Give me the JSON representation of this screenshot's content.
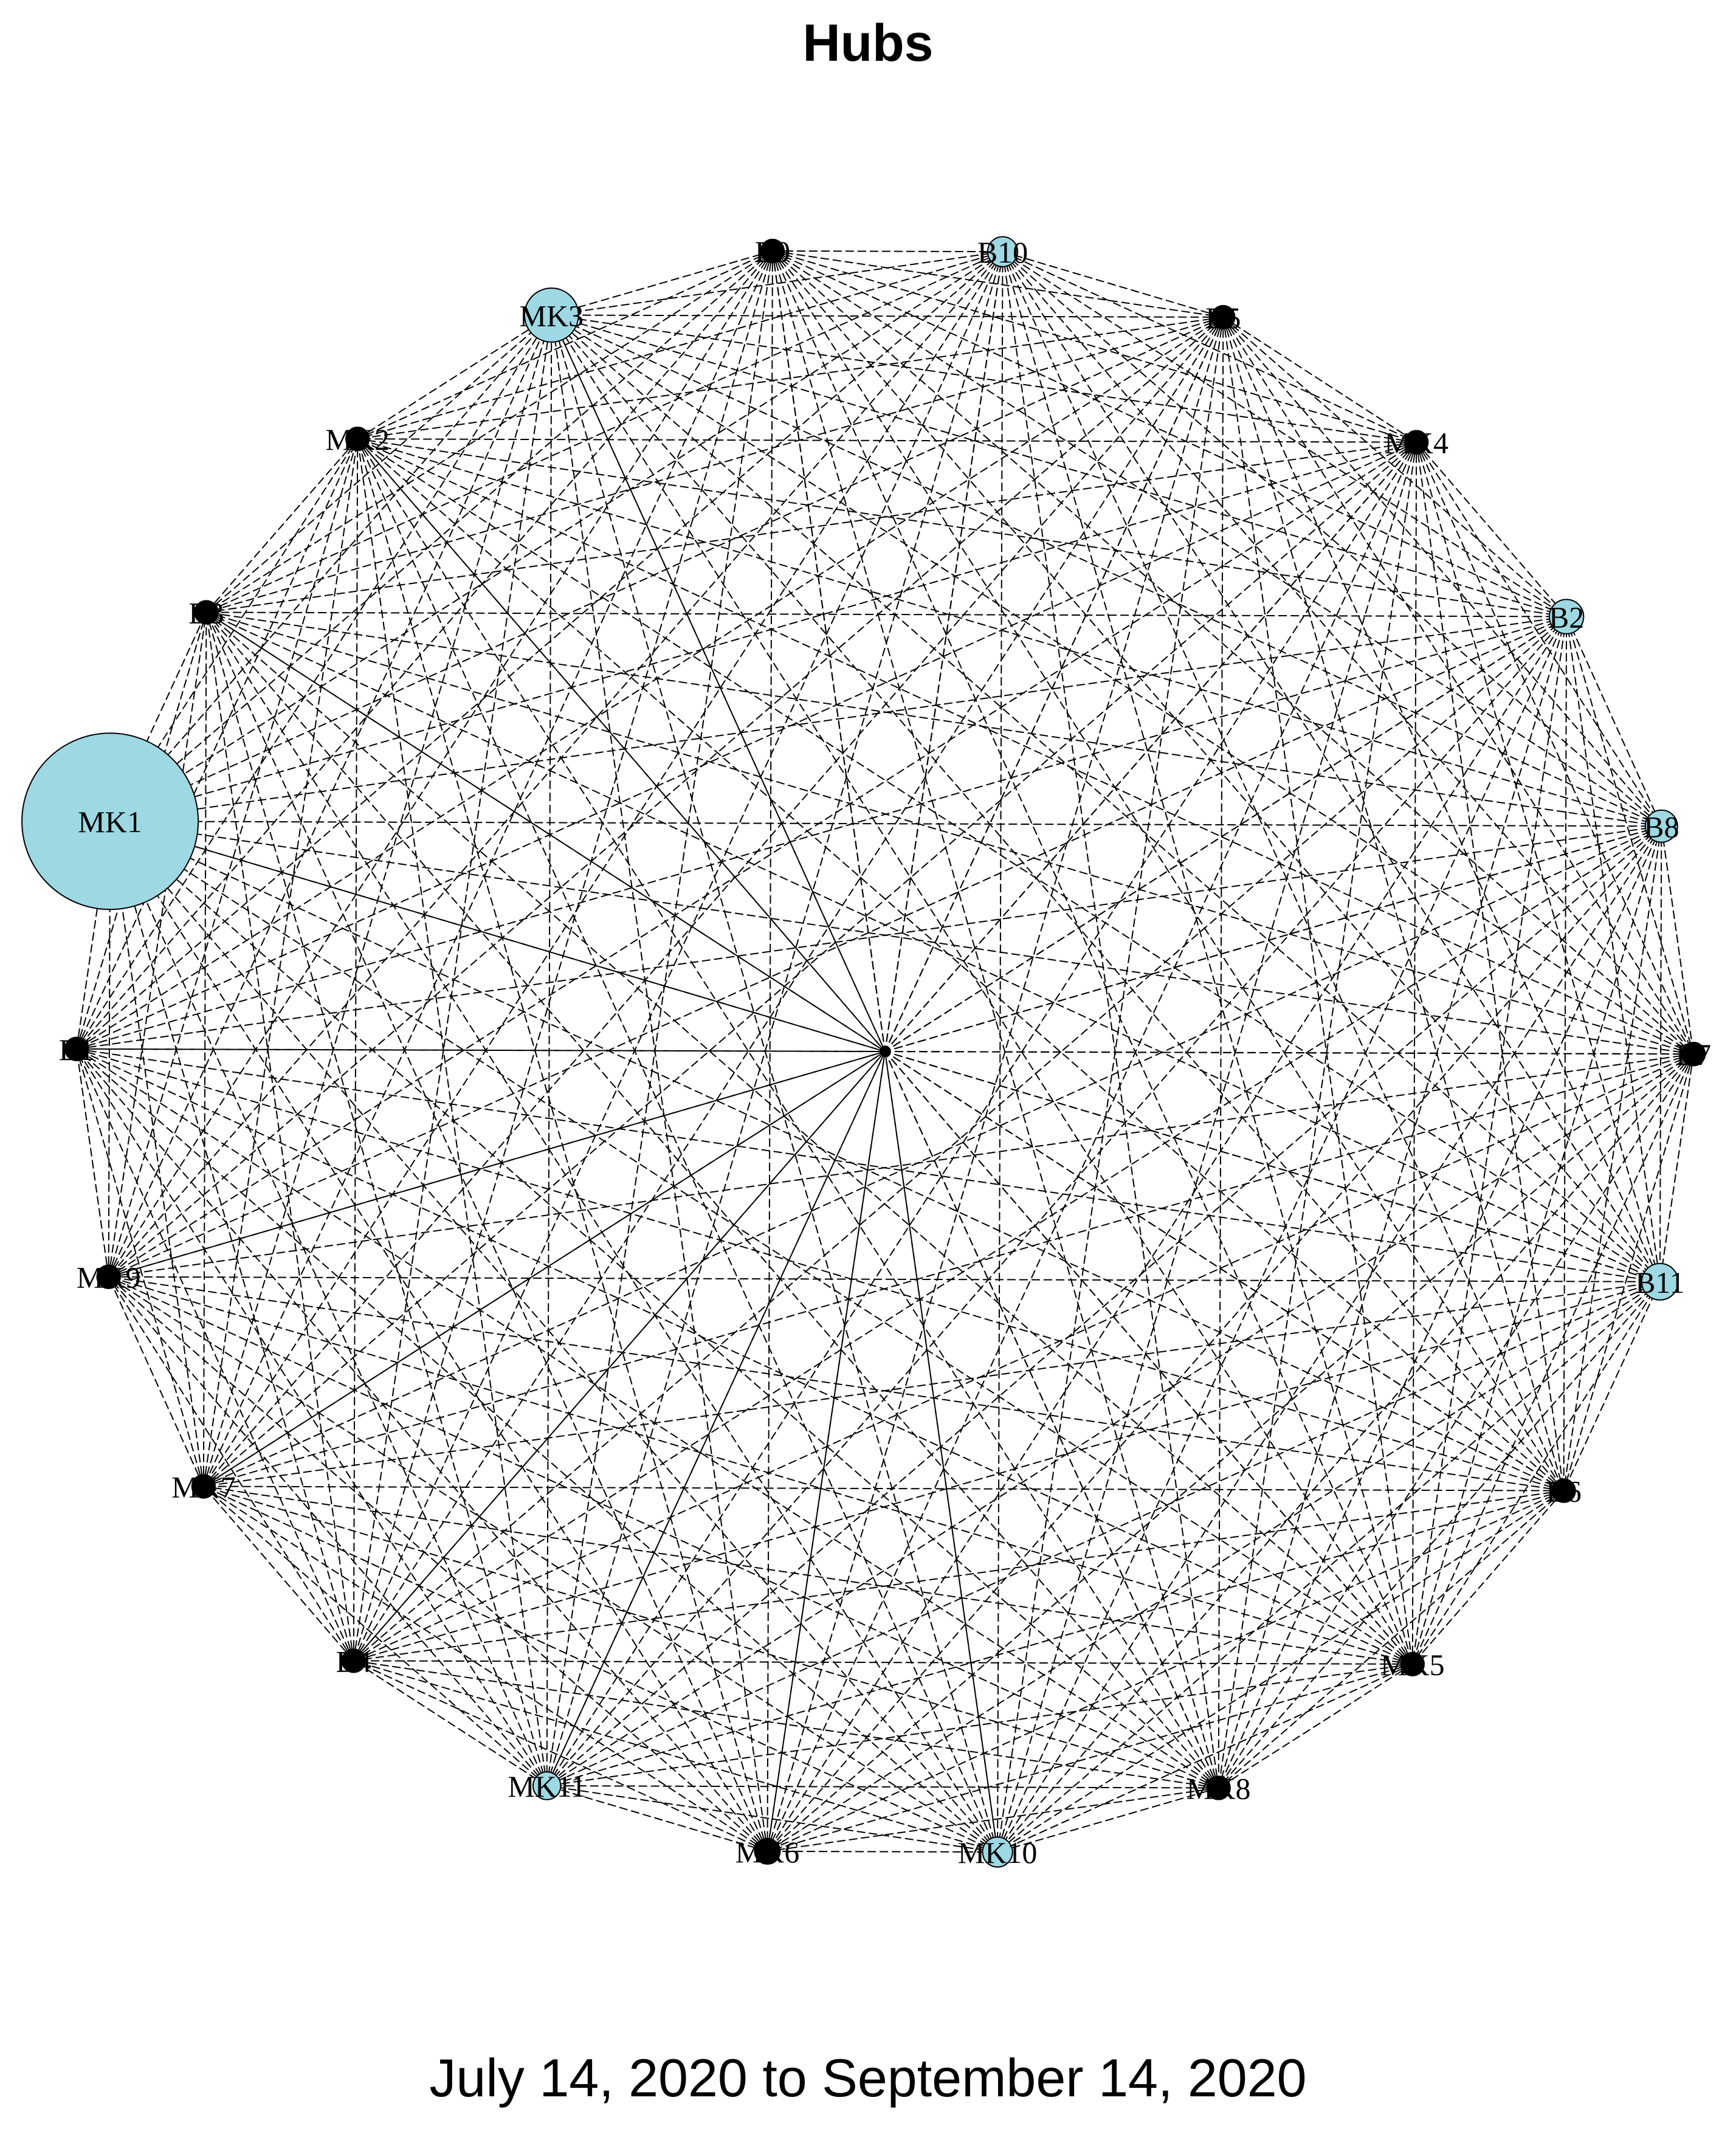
{
  "title": "Hubs",
  "subtitle": "July 14, 2020 to September 14, 2020",
  "colors": {
    "node_fill": "#9ED8E3",
    "edge": "#000000",
    "label": "#000000"
  },
  "nodes": [
    {
      "id": "B9",
      "size": 0.2
    },
    {
      "id": "B10",
      "size": 0.35
    },
    {
      "id": "B5",
      "size": 0.2
    },
    {
      "id": "MK4",
      "size": 0.2
    },
    {
      "id": "B2",
      "size": 0.45
    },
    {
      "id": "B8",
      "size": 0.4
    },
    {
      "id": "B7",
      "size": 0.2
    },
    {
      "id": "B11",
      "size": 0.5
    },
    {
      "id": "B6",
      "size": 0.2
    },
    {
      "id": "MK5",
      "size": 0.2
    },
    {
      "id": "MK8",
      "size": 0.2
    },
    {
      "id": "MK10",
      "size": 0.35
    },
    {
      "id": "MK6",
      "size": 0.25
    },
    {
      "id": "MK11",
      "size": 0.3
    },
    {
      "id": "B4",
      "size": 0.2
    },
    {
      "id": "MK7",
      "size": 0.2
    },
    {
      "id": "MK9",
      "size": 0.2
    },
    {
      "id": "B1",
      "size": 0.2
    },
    {
      "id": "MK1",
      "size": 10.0
    },
    {
      "id": "B3",
      "size": 0.2
    },
    {
      "id": "MK2",
      "size": 0.2
    },
    {
      "id": "MK3",
      "size": 0.9
    }
  ]
}
